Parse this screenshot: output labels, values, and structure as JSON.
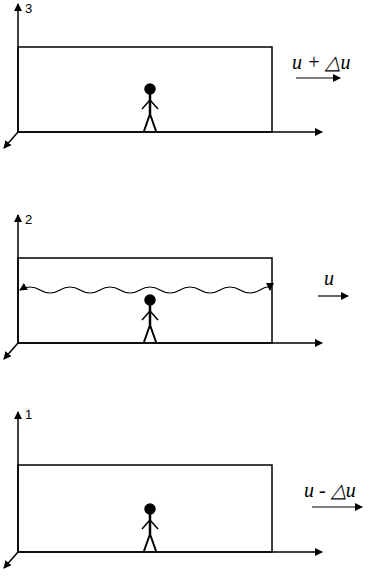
{
  "diagram": {
    "labels": [
      "3",
      "u + △u",
      "2",
      "u",
      "1",
      "u - △u"
    ]
  }
}
